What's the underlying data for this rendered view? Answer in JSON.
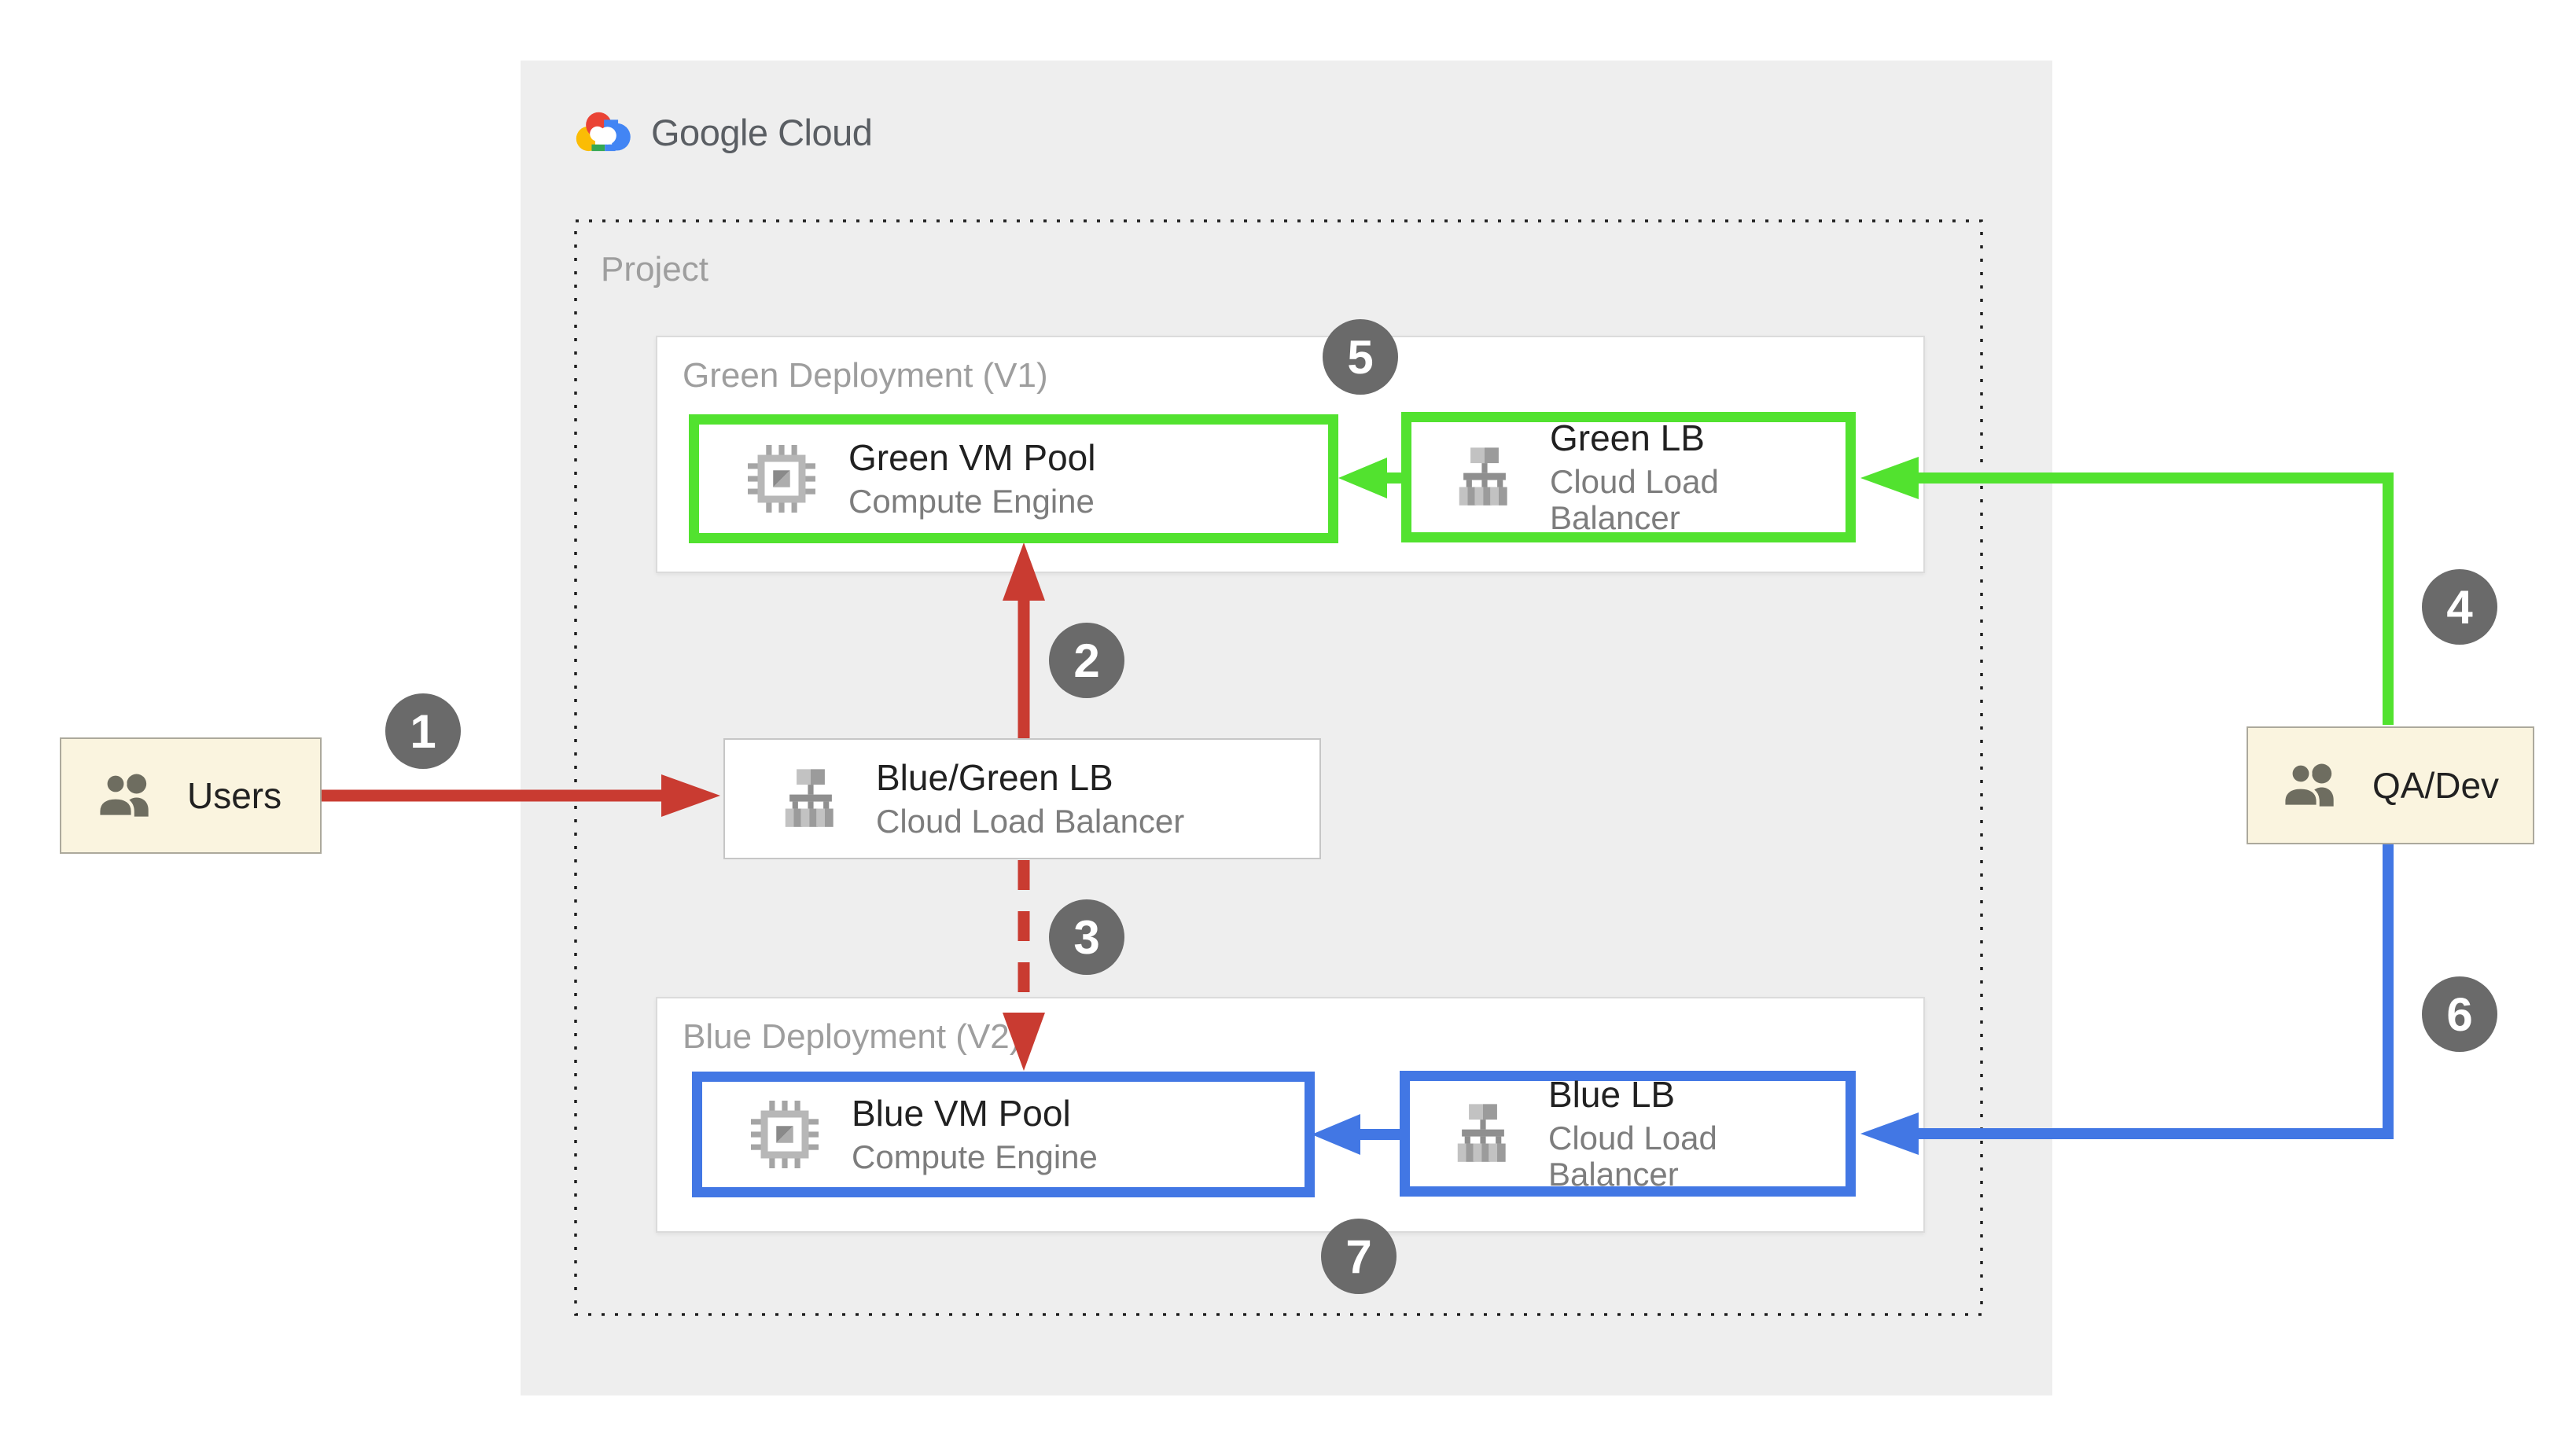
{
  "logo": {
    "label": "Google Cloud"
  },
  "project_label": "Project",
  "deployments": {
    "green": {
      "label": "Green Deployment (V1)"
    },
    "blue": {
      "label": "Blue Deployment (V2)"
    }
  },
  "nodes": {
    "green_vm": {
      "title": "Green VM Pool",
      "subtitle": "Compute Engine",
      "icon": "compute-engine-icon"
    },
    "green_lb": {
      "title": "Green LB",
      "subtitle": "Cloud Load Balancer",
      "icon": "load-balancer-icon"
    },
    "bluegreen_lb": {
      "title": "Blue/Green LB",
      "subtitle": "Cloud Load Balancer",
      "icon": "load-balancer-icon"
    },
    "blue_vm": {
      "title": "Blue VM Pool",
      "subtitle": "Compute Engine",
      "icon": "compute-engine-icon"
    },
    "blue_lb": {
      "title": "Blue LB",
      "subtitle": "Cloud Load Balancer",
      "icon": "load-balancer-icon"
    },
    "users": {
      "title": "Users",
      "icon": "users-icon"
    },
    "qa_dev": {
      "title": "QA/Dev",
      "icon": "users-icon"
    }
  },
  "badges": [
    "1",
    "2",
    "3",
    "4",
    "5",
    "6",
    "7"
  ],
  "colors": {
    "green_path": "#52E22F",
    "blue_path": "#4277E4",
    "red_path": "#C93B31",
    "badge_gray": "#6A6A6A",
    "panel_gray": "#EEEEEE",
    "actor_cream": "#FAF4DF",
    "label_gray": "#9E9E9E",
    "logo_red": "#EA4335",
    "logo_yellow": "#FBBC05",
    "logo_green": "#34A853",
    "logo_blue": "#4285F4"
  }
}
